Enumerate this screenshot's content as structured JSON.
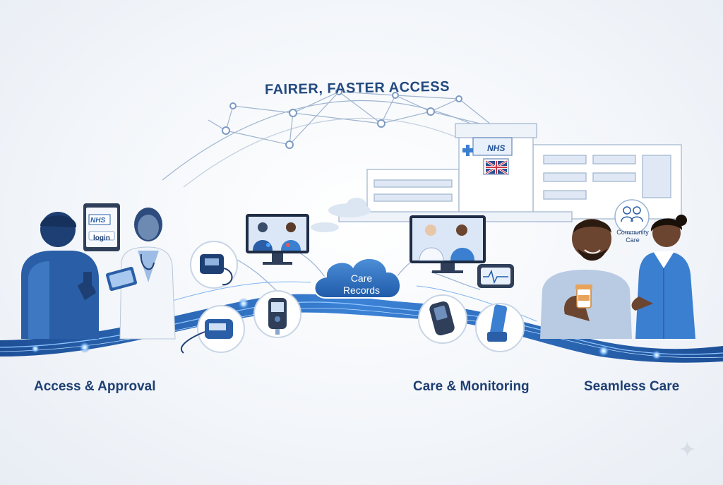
{
  "headline": "FAIRER, FASTER ACCESS",
  "cloud": {
    "line1": "Care",
    "line2": "Records"
  },
  "stages": [
    {
      "label": "Access & Approval"
    },
    {
      "label": "Care & Monitoring"
    },
    {
      "label": "Seamless Care"
    }
  ],
  "tablet": {
    "brand": "NHS",
    "button": "login"
  },
  "hospital": {
    "sign": "NHS"
  },
  "community": {
    "label": "Community Care"
  },
  "colors": {
    "primary": "#2a6bb8",
    "dark": "#1e3f73",
    "light": "#c9daf0",
    "background": "#f3f6fa"
  },
  "icons": [
    "patient-with-phone",
    "doctor-with-tablet",
    "blood-pressure-cuff",
    "video-consultation-monitor",
    "glucose-meter",
    "cloud",
    "heart-rate-monitor",
    "inhaler",
    "medication-bottle",
    "nurse",
    "hospital-building",
    "uk-flag",
    "sparkle-icon"
  ]
}
